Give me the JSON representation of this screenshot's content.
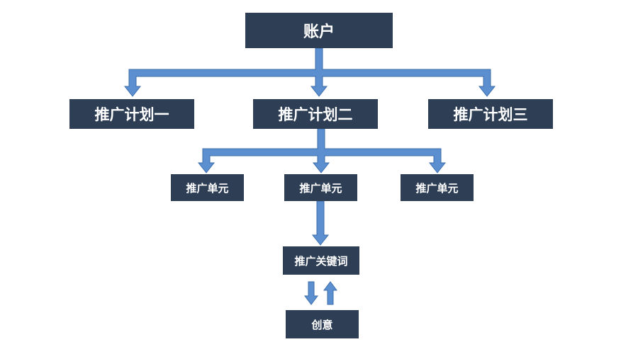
{
  "nodes": {
    "account": "账户",
    "plans": [
      "推广计划一",
      "推广计划二",
      "推广计划三"
    ],
    "units": [
      "推广单元",
      "推广单元",
      "推广单元"
    ],
    "keyword": "推广关键词",
    "creative": "创意"
  },
  "colors": {
    "node_fill": "#2d3e55",
    "node_text": "#ffffff",
    "arrow_fill": "#5b8fd0",
    "arrow_edge": "#3c6ead"
  }
}
